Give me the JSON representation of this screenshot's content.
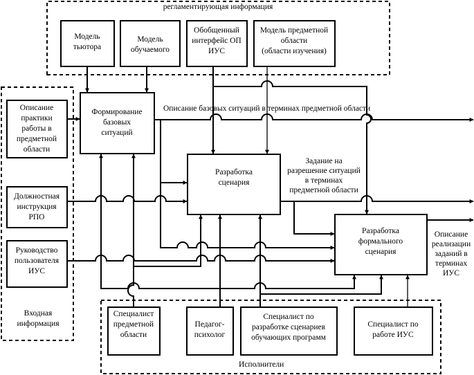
{
  "groups": {
    "regulatory": "регламентирующая информация",
    "input": [
      "Входная",
      "информация"
    ],
    "executors": "Исполнители"
  },
  "controls": [
    {
      "id": "tutor-model",
      "lines": [
        "Модель",
        "тьютора"
      ]
    },
    {
      "id": "learner-model",
      "lines": [
        "Модель",
        "обучаемого"
      ]
    },
    {
      "id": "generalized-interface",
      "lines": [
        "Обобщенный",
        "интерфейс ОП",
        "ИУС"
      ]
    },
    {
      "id": "domain-model",
      "lines": [
        "Модель предметной",
        "области",
        "(области изучения)"
      ]
    }
  ],
  "inputs": [
    {
      "id": "practice-description",
      "lines": [
        "Описание",
        "практики",
        "работы в",
        "предметной",
        "области"
      ]
    },
    {
      "id": "job-instruction",
      "lines": [
        "Должностная",
        "инструкция",
        "РПО"
      ]
    },
    {
      "id": "user-guide",
      "lines": [
        "Руководство",
        "пользователя",
        "ИУС"
      ]
    }
  ],
  "processes": [
    {
      "id": "form-base-situations",
      "lines": [
        "Формирование",
        "базовых",
        "ситуаций"
      ]
    },
    {
      "id": "develop-scenario",
      "lines": [
        "Разработка",
        "сценария"
      ]
    },
    {
      "id": "develop-formal-scenario",
      "lines": [
        "Разработка",
        "формального",
        "сценария"
      ]
    }
  ],
  "mechanisms": [
    {
      "id": "domain-specialist",
      "lines": [
        "Специалист",
        "предметной",
        "области"
      ]
    },
    {
      "id": "pedagogue-psychologist",
      "lines": [
        "Педагог-",
        "психолог"
      ]
    },
    {
      "id": "scenario-specialist",
      "lines": [
        "Специалист по",
        "разработке сценариев",
        "обучающих программ"
      ]
    },
    {
      "id": "ius-specialist",
      "lines": [
        "Специалист по",
        "работе ИУС"
      ]
    }
  ],
  "flow_labels": {
    "base_situations": "Описание базовых  ситуаций в терминах предметной области",
    "task": [
      "Задание на",
      "разрешение ситуаций",
      "в терминах",
      "предметной области"
    ],
    "implementation": [
      "Описание",
      "реализации",
      "заданий в",
      "терминах",
      "ИУС"
    ]
  }
}
